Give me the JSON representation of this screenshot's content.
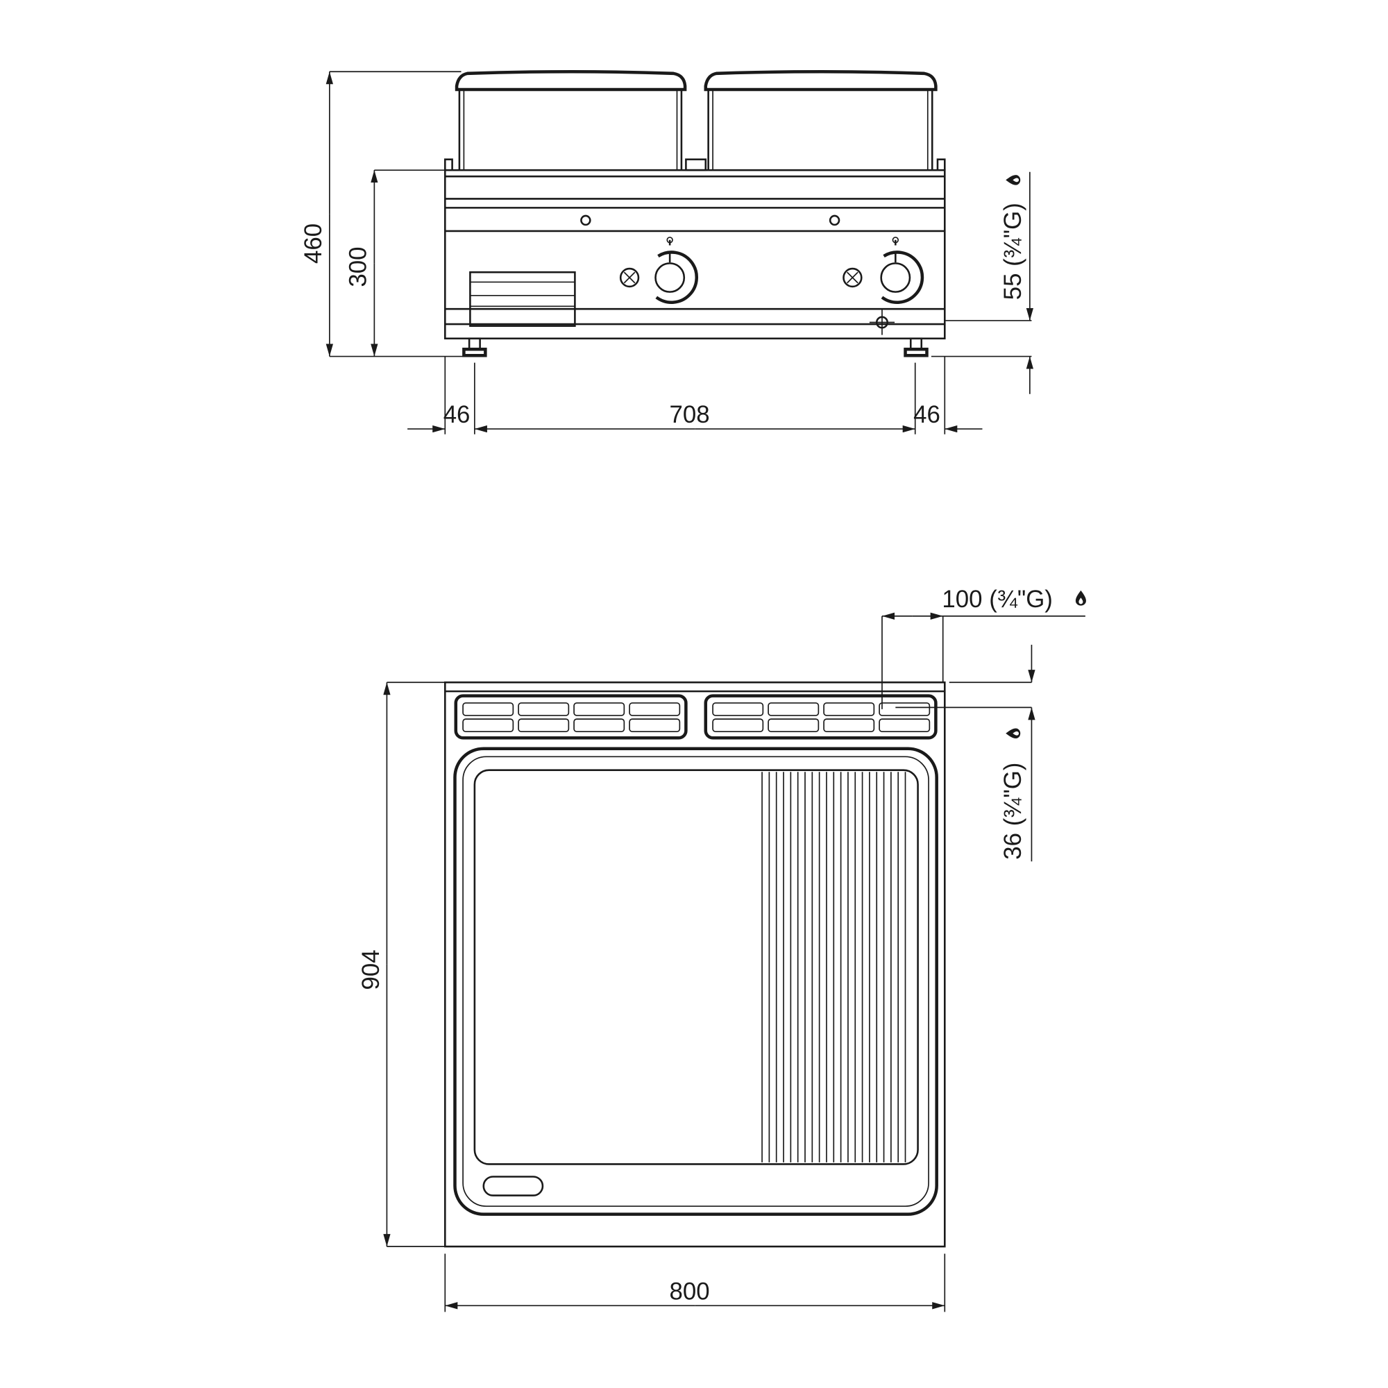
{
  "front_view": {
    "height_total": "460",
    "height_body": "300",
    "gas_inlet_height": "55 (¾\"G)",
    "foot_offset_left": "46",
    "foot_span": "708",
    "foot_offset_right": "46"
  },
  "top_view": {
    "depth": "904",
    "width": "800",
    "gas_inlet_side": "100 (¾\"G)",
    "gas_inlet_back": "36 (¾\"G)"
  },
  "icons": {
    "gas": "gas-flame-icon"
  },
  "colors": {
    "line": "#1a1a1a",
    "background": "#ffffff"
  }
}
